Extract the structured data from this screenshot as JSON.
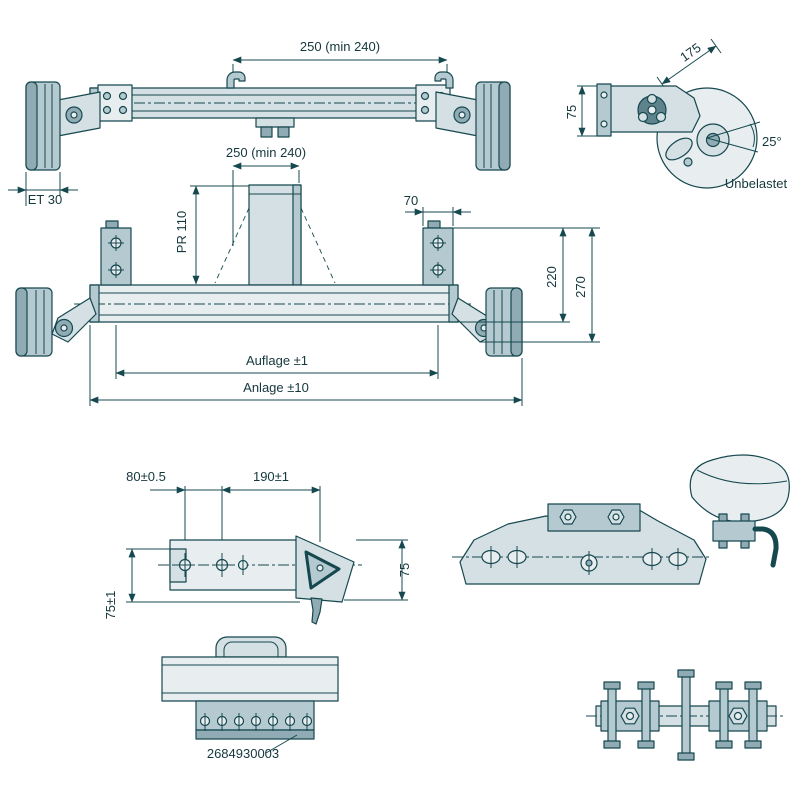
{
  "palette": {
    "line": "#16484f",
    "fill_lightest": "#e8eef0",
    "fill_light": "#d4e0e3",
    "fill_mid": "#b5cad0",
    "fill_dark": "#90abb3",
    "fill_darkest": "#5f838d",
    "background": "#ffffff",
    "text": "#14373d"
  },
  "views": {
    "axle_top": {
      "span": "250 (min 240)",
      "offset": "ET 30"
    },
    "hub_side": {
      "width": "175",
      "height": "75",
      "angle": "25°",
      "caption": "Unbelastet"
    },
    "axle_front": {
      "span": "250 (min 240)",
      "tube": "PR 110",
      "plate": "70",
      "inner": "220",
      "outer": "270",
      "support": "Auflage ±1",
      "contact": "Anlage ±10"
    },
    "bracket_top": {
      "holes": "80±0.5",
      "pivot": "190±1",
      "height": "75",
      "depth": "75±1"
    },
    "clamp_front": {
      "part_number": "2684930003"
    }
  }
}
